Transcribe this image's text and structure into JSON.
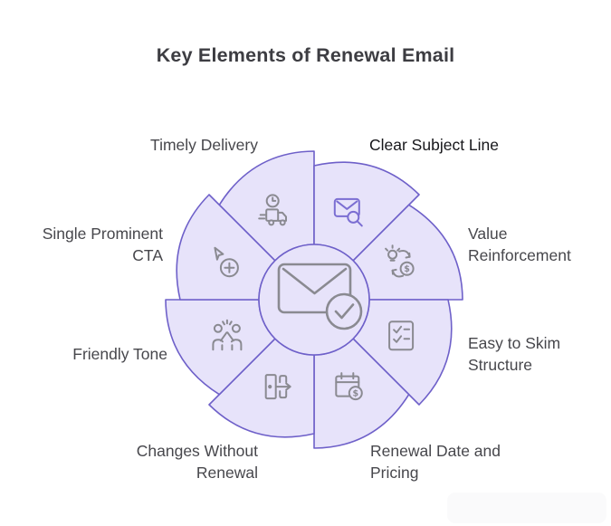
{
  "title": "Key Elements of Renewal Email",
  "colors": {
    "blade_fill": "#e7e3fa",
    "blade_stroke": "#6e60c9",
    "icon_gray": "#8a8a91",
    "icon_accent": "#7b6ed2",
    "label_gray": "#47474c",
    "label_dark": "#17171b"
  },
  "center": {
    "icon": "envelope-check-icon"
  },
  "segments": [
    {
      "id": "timely-delivery",
      "label": "Timely Delivery",
      "icon": "clock-truck-icon",
      "tip_angle": 90,
      "highlight": false
    },
    {
      "id": "clear-subject-line",
      "label": "Clear Subject Line",
      "icon": "envelope-search-icon",
      "tip_angle": 45,
      "highlight": true
    },
    {
      "id": "value-reinforcement",
      "label": "Value\nReinforcement",
      "icon": "bulb-dollar-cycle-icon",
      "tip_angle": 0,
      "highlight": false
    },
    {
      "id": "easy-to-skim-structure",
      "label": "Easy to Skim\nStructure",
      "icon": "checklist-icon",
      "tip_angle": 315,
      "highlight": false
    },
    {
      "id": "renewal-date-pricing",
      "label": "Renewal Date and\nPricing",
      "icon": "calendar-dollar-icon",
      "tip_angle": 270,
      "highlight": false
    },
    {
      "id": "changes-without-renewal",
      "label": "Changes Without\nRenewal",
      "icon": "door-exit-icon",
      "tip_angle": 225,
      "highlight": false
    },
    {
      "id": "friendly-tone",
      "label": "Friendly Tone",
      "icon": "high-five-icon",
      "tip_angle": 180,
      "highlight": false
    },
    {
      "id": "single-prominent-cta",
      "label": "Single Prominent\nCTA",
      "icon": "cursor-plus-icon",
      "tip_angle": 135,
      "highlight": false
    }
  ]
}
